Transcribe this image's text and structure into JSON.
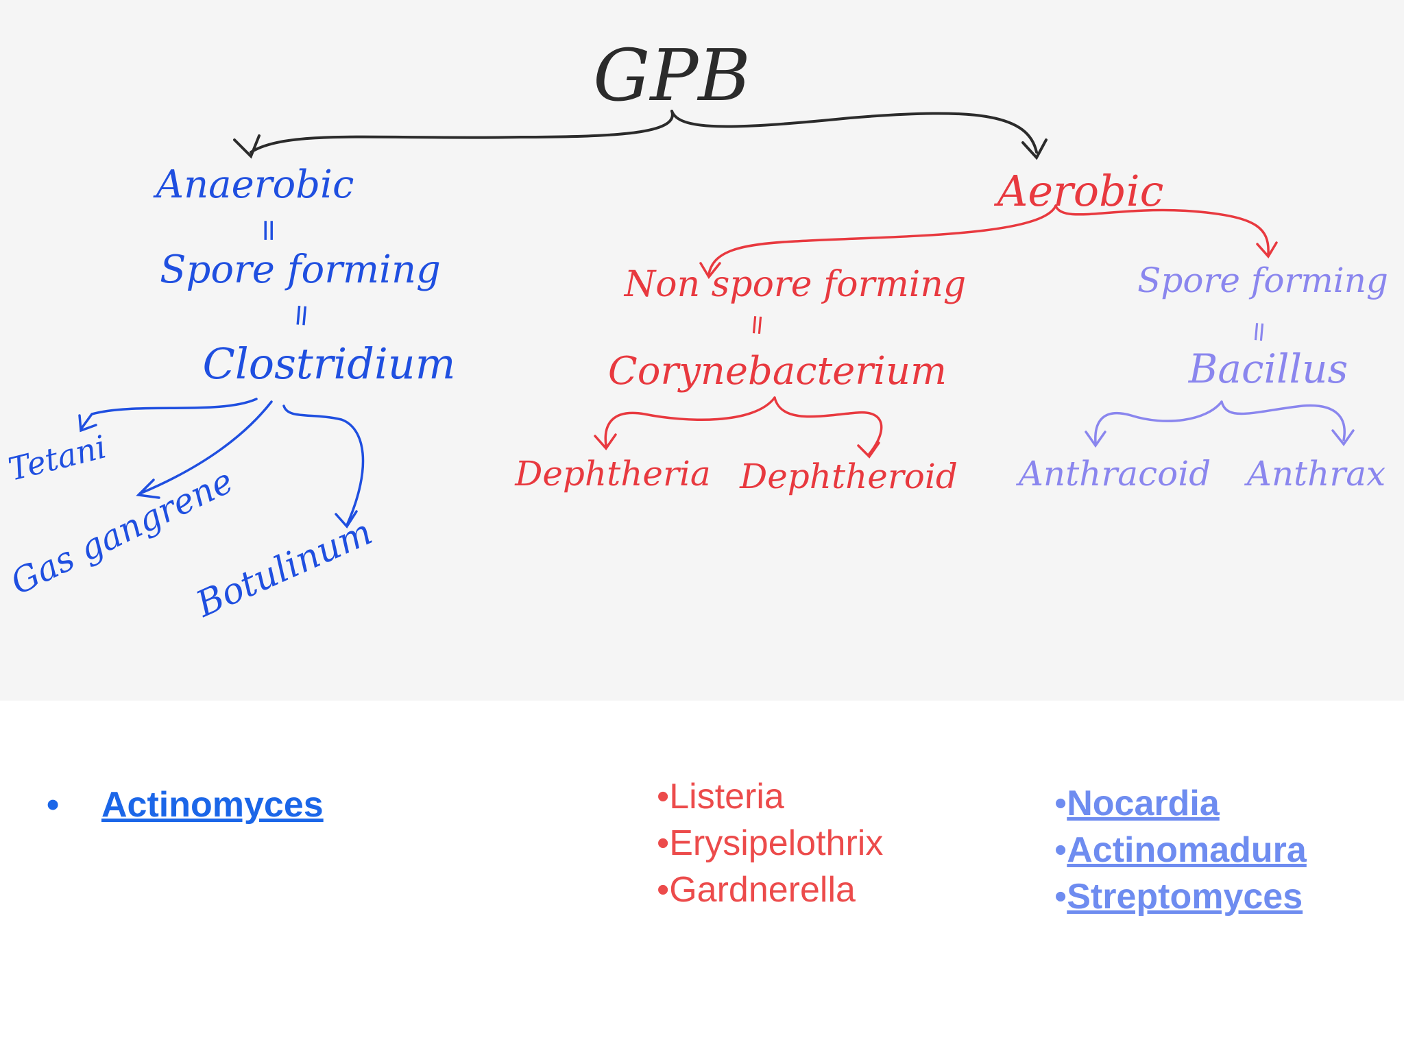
{
  "colors": {
    "black": "#2b2b2b",
    "blue": "#1f4fe0",
    "red": "#e8393f",
    "violet": "#8a86ee"
  },
  "diagram": {
    "root": "GPB",
    "anaerobic": {
      "label": "Anaerobic",
      "eq1": "=",
      "spore": "Spore forming",
      "eq2": "=",
      "genus": "Clostridium",
      "children": [
        "Tetani",
        "Gas gangrene",
        "Botulinum"
      ]
    },
    "aerobic": {
      "label": "Aerobic",
      "nonspore": {
        "label": "Non spore forming",
        "eq": "=",
        "genus": "Corynebacterium",
        "children": [
          "Dephtheria",
          "Dephtheroid"
        ]
      },
      "spore": {
        "label": "Spore forming",
        "eq": "=",
        "genus": "Bacillus",
        "children": [
          "Anthracoid",
          "Anthrax"
        ]
      }
    }
  },
  "lists": {
    "left": {
      "bullet": "•",
      "items": [
        "Actinomyces"
      ]
    },
    "middle": {
      "bullet": "•",
      "items": [
        "Listeria",
        "Erysipelothrix",
        "Gardnerella"
      ]
    },
    "right": {
      "bullet": "•",
      "items": [
        "Nocardia",
        "Actinomadura",
        "Streptomyces"
      ]
    }
  }
}
